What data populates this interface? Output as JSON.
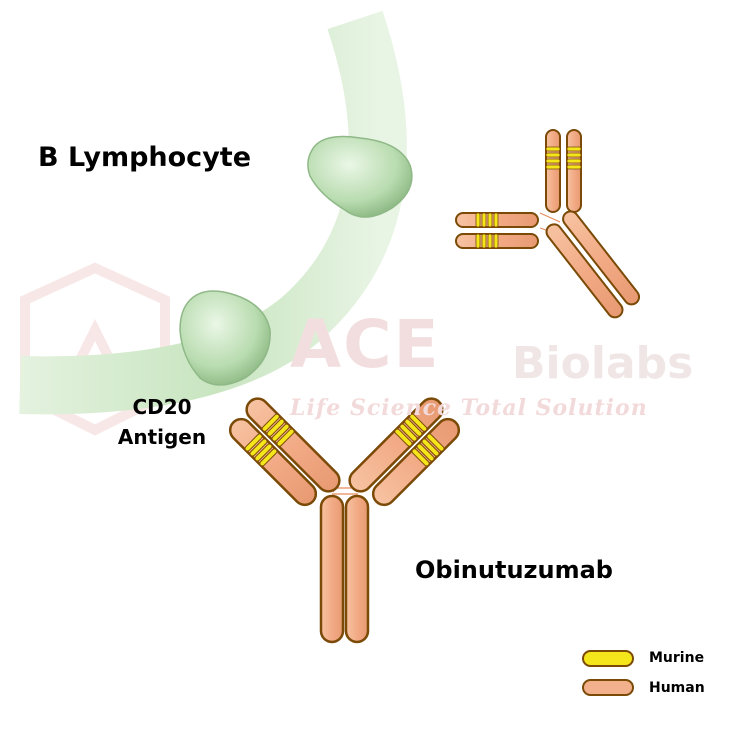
{
  "title": "B Lymphocyte",
  "antigen_label": {
    "line1": "CD20",
    "line2": "Antigen"
  },
  "drug_label": "Obinutuzumab",
  "watermark": {
    "brand": "ACE",
    "brand2": "Biolabs",
    "tagline": "Life Science Total Solution"
  },
  "legend": [
    {
      "label": "Murine",
      "color": "#f5e61c"
    },
    {
      "label": "Human",
      "color": "#f2b08c"
    }
  ],
  "colors": {
    "membrane": "#cfe8c8",
    "antigen": "#b6dcae",
    "outline": "#7a4a06"
  }
}
